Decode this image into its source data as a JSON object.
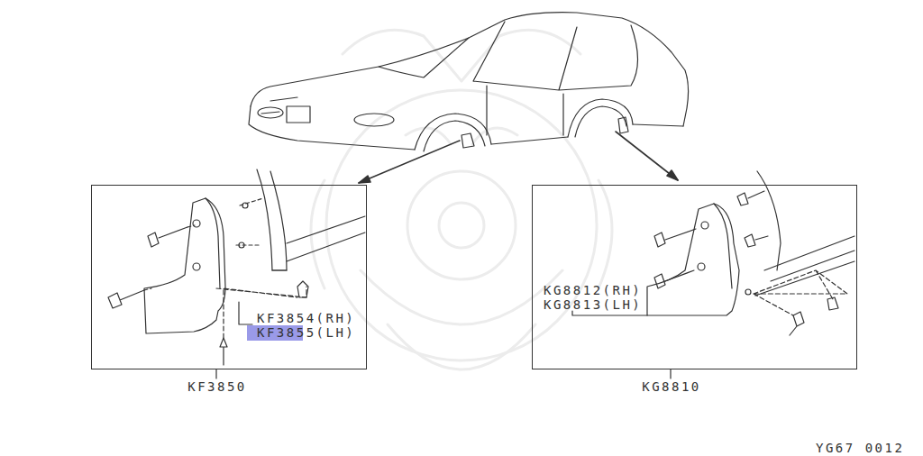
{
  "diagram": {
    "nodes": [
      {
        "text": [
          "KF3850"
        ]
      },
      {
        "text": [
          "KG8810"
        ]
      }
    ],
    "labels": [
      "KF3854(RH)",
      "KF3855(LH)",
      "KG8812(RH)",
      "KG8813(LH)",
      "YG67 0012"
    ]
  }
}
